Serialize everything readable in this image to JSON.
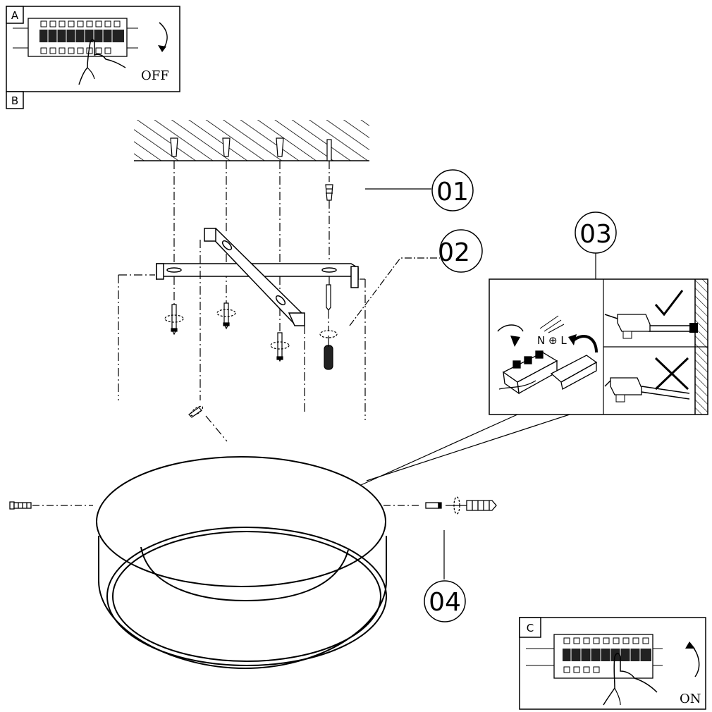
{
  "panels": {
    "a": {
      "letter": "A",
      "state": "OFF"
    },
    "b": {
      "letter": "B"
    },
    "c": {
      "letter": "C",
      "state": "ON"
    }
  },
  "callouts": {
    "c01": "01",
    "c02": "02",
    "c03": "03",
    "c04": "04"
  }
}
